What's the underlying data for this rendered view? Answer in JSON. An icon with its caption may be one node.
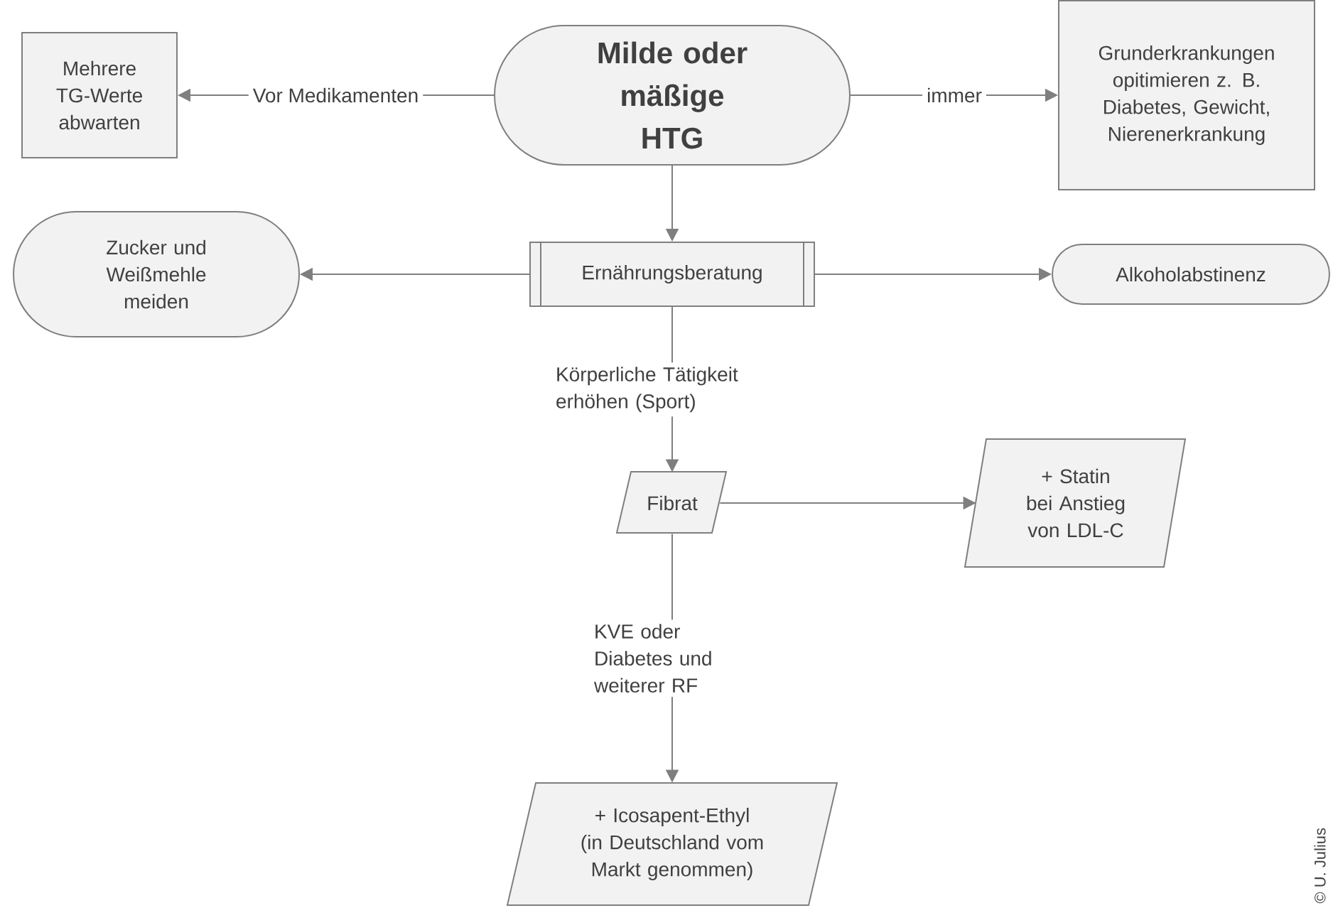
{
  "diagram": {
    "nodes": [
      {
        "text": [
          "Milde oder mäßige HTG"
        ]
      },
      {
        "text": [
          "Mehrere TG-Werte abwarten"
        ]
      },
      {
        "text": [
          "Grunderkrankungen opitimieren z. B. Diabetes, Gewicht, Nierenerkrankung"
        ]
      },
      {
        "text": [
          "Ernährungsberatung"
        ]
      },
      {
        "text": [
          "Zucker und Weißmehle meiden"
        ]
      },
      {
        "text": [
          "Alkoholabstinenz"
        ]
      },
      {
        "text": [
          "Fibrat"
        ]
      },
      {
        "text": [
          "+ Statin bei Anstieg von LDL-C"
        ]
      },
      {
        "text": [
          "+ Icosapent-Ethyl (in Deutschland vom Markt genommen)"
        ]
      }
    ],
    "edges": [
      {
        "from": 0,
        "to": 1,
        "arrow": "to",
        "label": "Vor Medikamenten"
      },
      {
        "from": 0,
        "to": 2,
        "arrow": "to",
        "label": "immer"
      },
      {
        "from": 0,
        "to": 3,
        "arrow": "to"
      },
      {
        "from": 3,
        "to": 4,
        "arrow": "to"
      },
      {
        "from": 3,
        "to": 5,
        "arrow": "to"
      },
      {
        "from": 3,
        "to": 6,
        "arrow": "to",
        "label": "Körperliche Tätigkeit erhöhen (Sport)"
      },
      {
        "from": 6,
        "to": 7,
        "arrow": "to"
      },
      {
        "from": 6,
        "to": 8,
        "arrow": "to",
        "label": "KVE oder Diabetes und weiterer RF"
      }
    ],
    "labels": [
      "© U. Julius"
    ]
  }
}
